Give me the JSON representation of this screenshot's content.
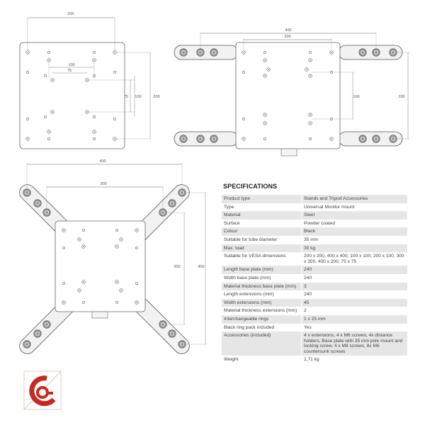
{
  "dimensions": {
    "plate_width": "200",
    "inner_100": "100",
    "inner_75": "75",
    "side_75": "75",
    "side_100": "100",
    "side_200": "200",
    "top_400": "400",
    "top_200": "200",
    "right_100": "100",
    "right_200": "200",
    "x_400": "400",
    "x_300": "300",
    "x_side_300": "300",
    "x_side_400": "400"
  },
  "specifications": {
    "title": "SPECIFICATIONS",
    "rows": [
      {
        "label": "Product type",
        "value": "Stands and Tripod Accessories"
      },
      {
        "label": "Type",
        "value": "Universal Monitor mount"
      },
      {
        "label": "Material",
        "value": "Steel"
      },
      {
        "label": "Surface",
        "value": "Powder coated"
      },
      {
        "label": "Colour",
        "value": "Black"
      },
      {
        "label": "Suitable for tube diameter",
        "value": "35 mm"
      },
      {
        "label": "Max. load",
        "value": "30 kg"
      },
      {
        "label": "Suitable for VESA dimensions",
        "value": "200 x 200, 400 x 400, 100 x 100, 200 x 100, 300 x 300, 400 x 200, 75 x 75"
      },
      {
        "label": "Length base plate (mm)",
        "value": "240"
      },
      {
        "label": "Width base plate (mm)",
        "value": "240"
      },
      {
        "label": "Material thickness base plate (mm)",
        "value": "3"
      },
      {
        "label": "Length extensions (mm)",
        "value": "240"
      },
      {
        "label": "Width extensions (mm)",
        "value": "45"
      },
      {
        "label": "Material thickness extensions (mm)",
        "value": "2"
      },
      {
        "label": "Interchangeable rings",
        "value": "1 x 25 mm"
      },
      {
        "label": "Black ring pack included",
        "value": "Yes"
      },
      {
        "label": "Accessories (included)",
        "value": "4 x extensions, 4 x M6 screws, 4x distance holders, Base plate with 35 mm pole mount and locking screw, 4 x M8 screws, 8x M6 countersunk screws"
      },
      {
        "label": "Weight",
        "value": "2,71 kg"
      }
    ]
  },
  "colors": {
    "line": "#555555",
    "plate_fill": "#ffffff",
    "row_shade": "#e6e6e6",
    "logo_red": "#c62a1f",
    "logo_outline": "#d9a8a0"
  }
}
